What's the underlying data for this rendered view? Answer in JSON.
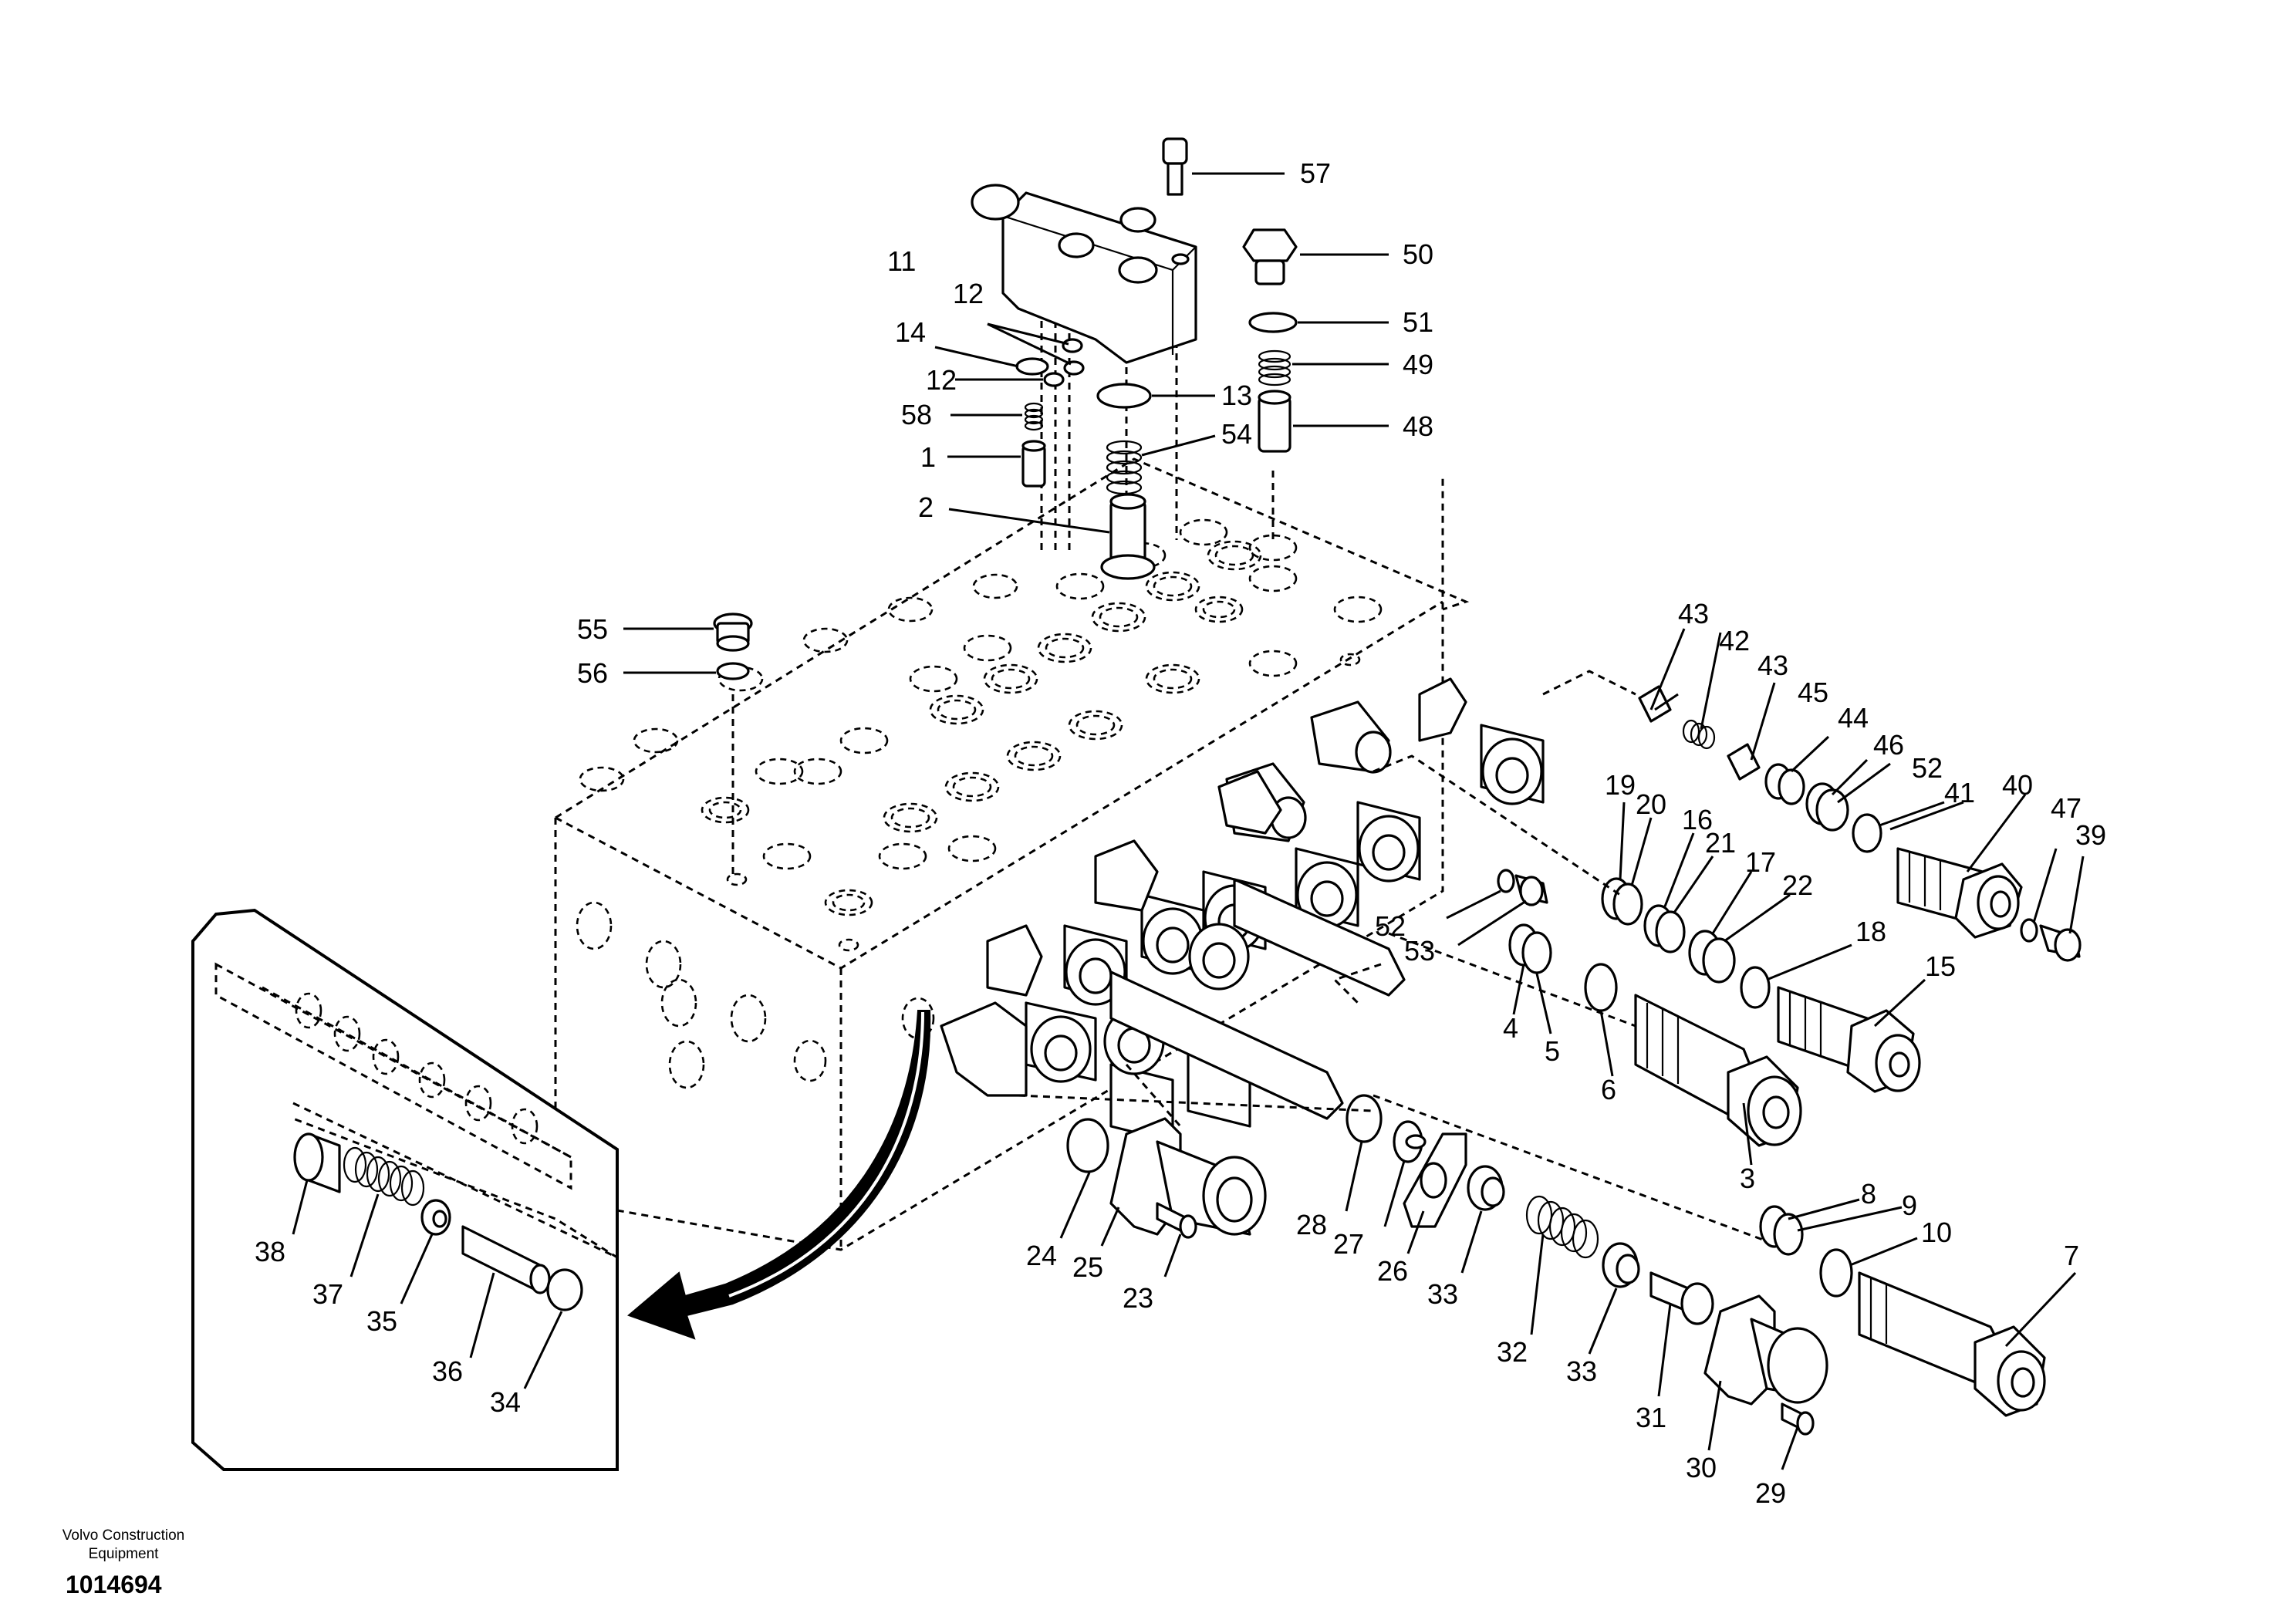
{
  "footer": {
    "company_line1": "Volvo Construction",
    "company_line2": "Equipment",
    "doc_number": "1014694"
  },
  "labels": {
    "l57": "57",
    "l50": "50",
    "l11": "11",
    "l12a": "12",
    "l14": "14",
    "l12b": "12",
    "l51": "51",
    "l49": "49",
    "l13": "13",
    "l58": "58",
    "l54": "54",
    "l48": "48",
    "l1": "1",
    "l2": "2",
    "l55": "55",
    "l56": "56",
    "l43a": "43",
    "l42": "42",
    "l43b": "43",
    "l45": "45",
    "l44": "44",
    "l46": "46",
    "l52a": "52",
    "l41": "41",
    "l40": "40",
    "l47": "47",
    "l39": "39",
    "l19": "19",
    "l20": "20",
    "l16": "16",
    "l21": "21",
    "l17": "17",
    "l22": "22",
    "l18": "18",
    "l15": "15",
    "l52b": "52",
    "l53": "53",
    "l4": "4",
    "l5": "5",
    "l6": "6",
    "l3": "3",
    "l8": "8",
    "l9": "9",
    "l10": "10",
    "l7": "7",
    "l24": "24",
    "l25": "25",
    "l23": "23",
    "l28": "28",
    "l27": "27",
    "l26": "26",
    "l33a": "33",
    "l32": "32",
    "l33b": "33",
    "l31": "31",
    "l30": "30",
    "l29": "29",
    "l38": "38",
    "l37": "37",
    "l35": "35",
    "l36": "36",
    "l34": "34"
  }
}
